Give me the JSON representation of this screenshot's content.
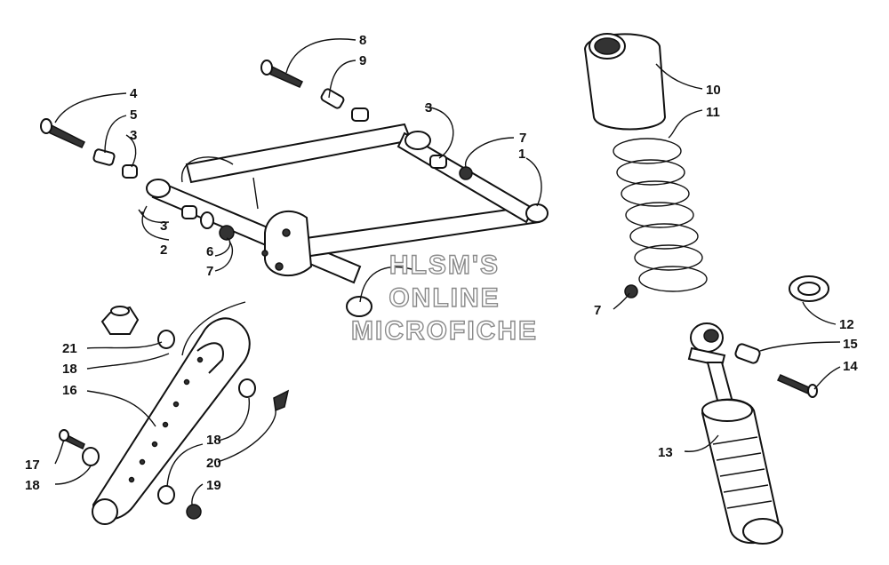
{
  "watermark": {
    "line1": "HLSM'S",
    "line2": "ONLINE",
    "line3": "MICROFICHE"
  },
  "callouts": {
    "c1": "1",
    "c2": "2",
    "c3a": "3",
    "c3b": "3",
    "c3c": "3",
    "c4": "4",
    "c5": "5",
    "c6": "6",
    "c7a": "7",
    "c7b": "7",
    "c7c": "7",
    "c8": "8",
    "c9": "9",
    "c10": "10",
    "c11": "11",
    "c12": "12",
    "c13": "13",
    "c14": "14",
    "c15": "15",
    "c16": "16",
    "c17": "17",
    "c18a": "18",
    "c18b": "18",
    "c18c": "18",
    "c19": "19",
    "c20": "20",
    "c21": "21"
  }
}
